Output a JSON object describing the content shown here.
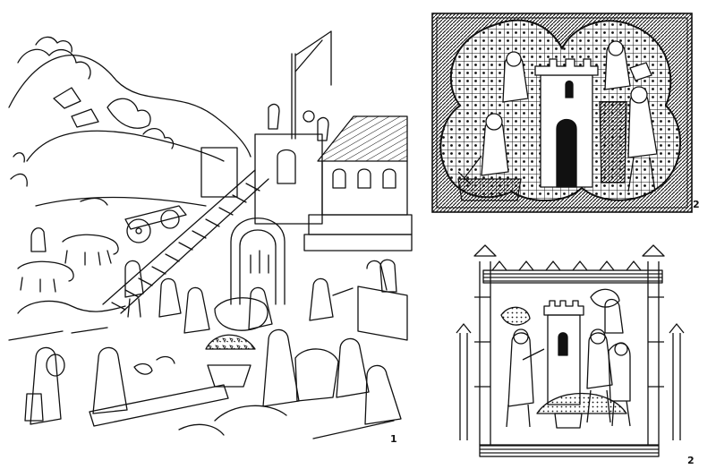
{
  "figure": {
    "panel_main": {
      "label": "1"
    },
    "panel_quatrefoil": {
      "label": "2"
    },
    "panel_gothic": {
      "label": "2"
    }
  },
  "colors": {
    "ink": "#111111",
    "paper": "#ffffff",
    "hatch": "#222222"
  }
}
